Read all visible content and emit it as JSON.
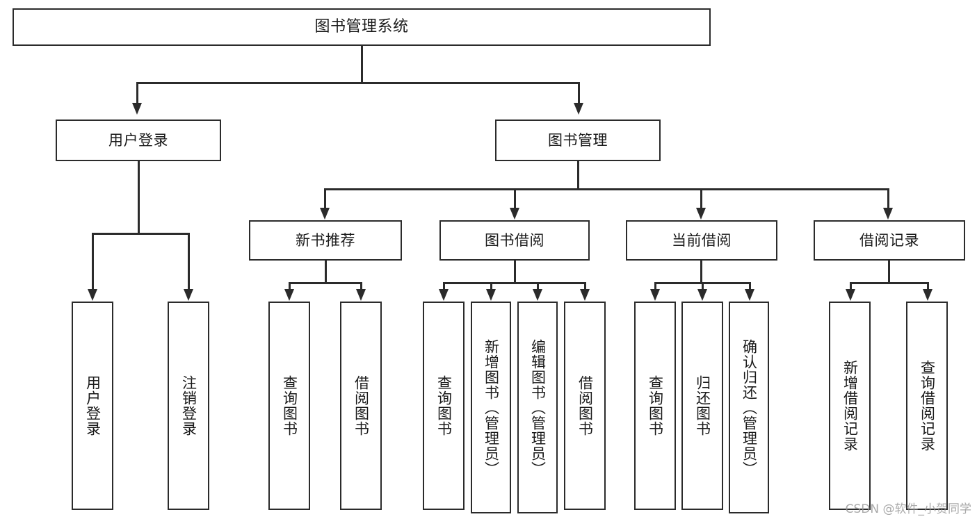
{
  "diagram": {
    "title": "图书管理系统",
    "type": "hierarchy-tree",
    "watermark": "CSDN @软件_小贺同学",
    "colors": {
      "stroke": "#2b2b2b",
      "fill": "#ffffff",
      "text": "#1a1a1a",
      "watermark": "#9b9b9b"
    },
    "levels": {
      "root": {
        "label": "图书管理系统"
      },
      "level1": [
        {
          "label": "用户登录"
        },
        {
          "label": "图书管理"
        }
      ],
      "level2": [
        {
          "label": "新书推荐"
        },
        {
          "label": "图书借阅"
        },
        {
          "label": "当前借阅"
        },
        {
          "label": "借阅记录"
        }
      ],
      "leaves": {
        "user_login": [
          {
            "label": "用户登录"
          },
          {
            "label": "注销登录"
          }
        ],
        "new_book_rec": [
          {
            "label": "查询图书"
          },
          {
            "label": "借阅图书"
          }
        ],
        "book_borrow": [
          {
            "label": "查询图书"
          },
          {
            "label": "新增图书（管理员）"
          },
          {
            "label": "编辑图书（管理员）"
          },
          {
            "label": "借阅图书"
          }
        ],
        "current_borrow": [
          {
            "label": "查询图书"
          },
          {
            "label": "归还图书"
          },
          {
            "label": "确认归还（管理员）"
          }
        ],
        "borrow_record": [
          {
            "label": "新增借阅记录"
          },
          {
            "label": "查询借阅记录"
          }
        ]
      }
    }
  }
}
